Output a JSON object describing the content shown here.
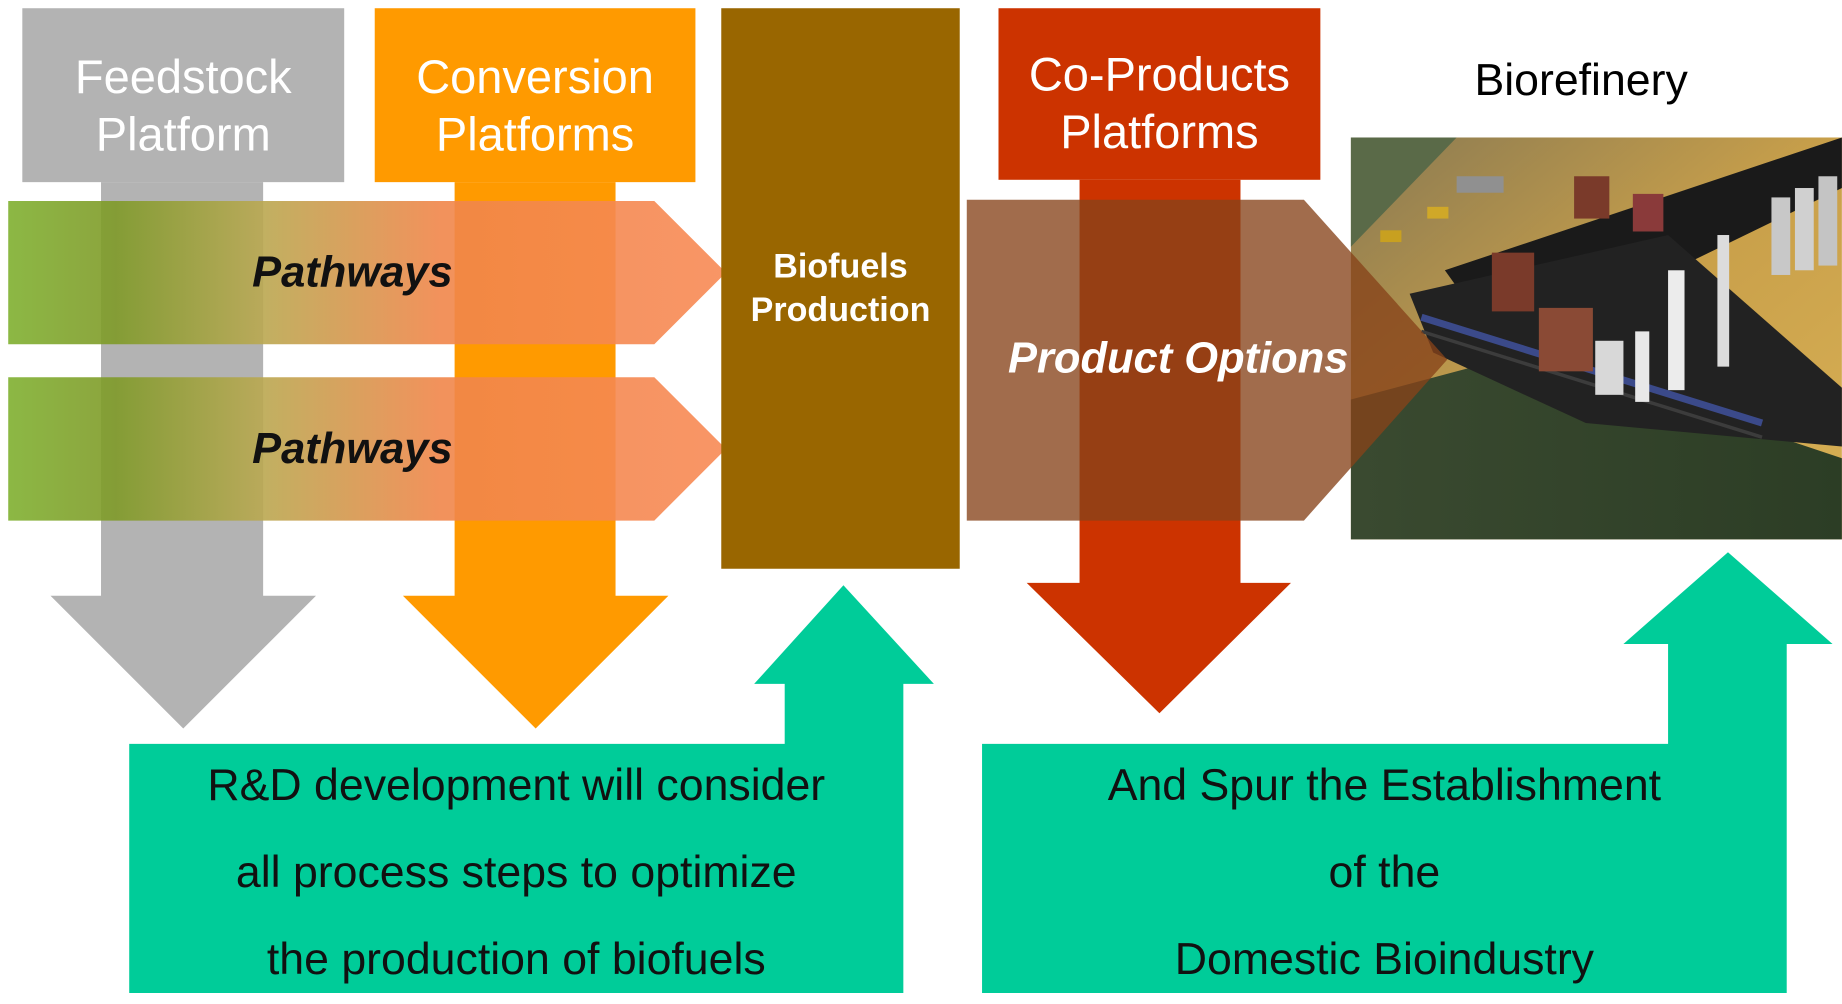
{
  "platforms": {
    "feedstock": {
      "line1": "Feedstock",
      "line2": "Platform"
    },
    "conversion": {
      "line1": "Conversion",
      "line2": "Platforms"
    },
    "coproducts": {
      "line1": "Co-Products",
      "line2": "Platforms"
    }
  },
  "pathways": {
    "label1": "Pathways",
    "label2": "Pathways"
  },
  "biofuels": {
    "line1": "Biofuels",
    "line2": "Production"
  },
  "product_options": "Product Options",
  "biorefinery": {
    "title": "Biorefinery"
  },
  "notes": {
    "rd": {
      "line1": "R&D development will consider",
      "line2": "all process steps to optimize",
      "line3": "the production of biofuels"
    },
    "spur": {
      "line1": "And Spur the Establishment",
      "line2": "of the",
      "line3": "Domestic Bioindustry"
    }
  },
  "colors": {
    "feedstock": "#b3b3b3",
    "conversion": "#ff9a00",
    "biofuels": "#996600",
    "coproducts": "#cc3300",
    "pathway_start": "#7faa33",
    "pathway_end": "#f58a55",
    "teal": "#00cc99"
  }
}
